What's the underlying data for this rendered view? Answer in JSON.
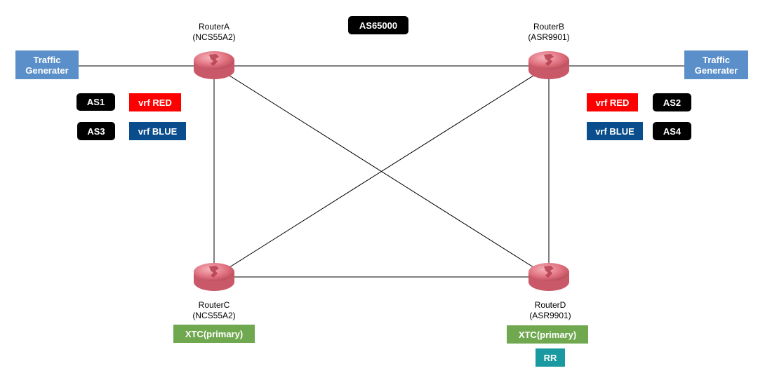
{
  "as_label": "AS65000",
  "routers": {
    "a": {
      "name": "RouterA",
      "model": "(NCS55A2)"
    },
    "b": {
      "name": "RouterB",
      "model": "(ASR9901)"
    },
    "c": {
      "name": "RouterC",
      "model": "(NCS55A2)"
    },
    "d": {
      "name": "RouterD",
      "model": "(ASR9901)"
    }
  },
  "traffic_left": {
    "line1": "Traffic",
    "line2": "Generater"
  },
  "traffic_right": {
    "line1": "Traffic",
    "line2": "Generater"
  },
  "left_badges": {
    "as1": "AS1",
    "as3": "AS3",
    "vrf_red": "vrf RED",
    "vrf_blue": "vrf BLUE"
  },
  "right_badges": {
    "as2": "AS2",
    "as4": "AS4",
    "vrf_red": "vrf RED",
    "vrf_blue": "vrf BLUE"
  },
  "roles": {
    "c_xtc": "XTC(primary)",
    "d_xtc": "XTC(primary)",
    "d_rr": "RR"
  },
  "colors": {
    "router": "#e0707e",
    "traffic": "#5b8fc9",
    "as_badge": "#000000",
    "vrf_red": "#ff0000",
    "vrf_blue": "#0a4d8c",
    "xtc": "#70a850",
    "rr": "#1a9aa0"
  }
}
